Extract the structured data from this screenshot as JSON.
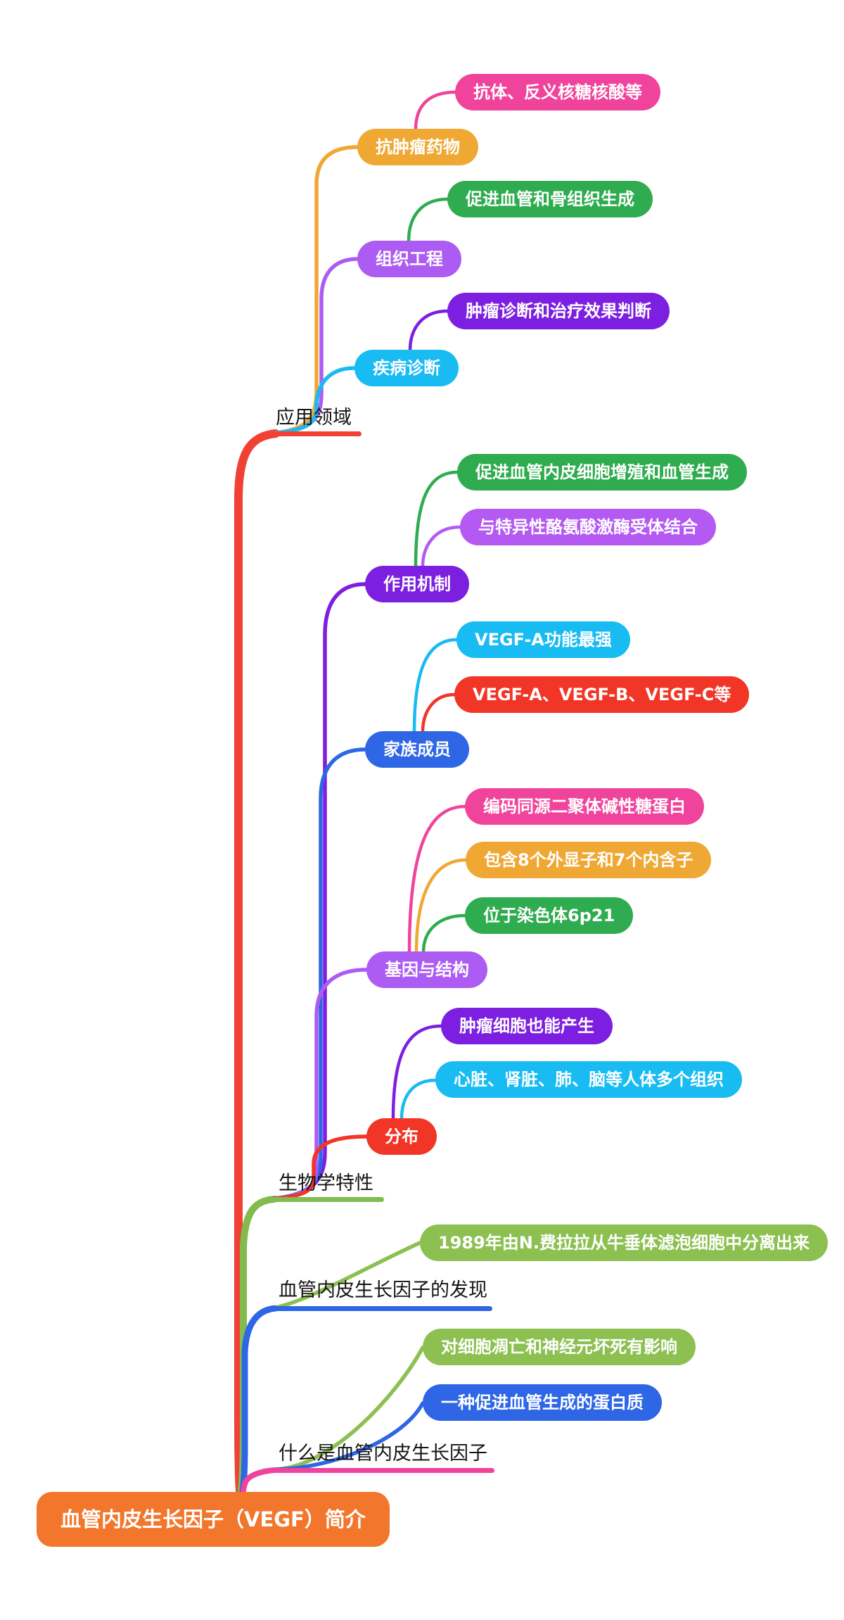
{
  "background": "#ffffff",
  "root": {
    "label": "血管内皮生长因子（VEGF）简介",
    "color": "#F2762B"
  },
  "branches": [
    {
      "label": "应用领域",
      "color": "#F04134",
      "topics": [
        {
          "label": "抗肿瘤药物",
          "color": "#EFA834",
          "details": [
            {
              "label": "抗体、反义核糖核酸等",
              "color": "#F0449C"
            }
          ]
        },
        {
          "label": "组织工程",
          "color": "#AC5CF2",
          "details": [
            {
              "label": "促进血管和骨组织生成",
              "color": "#2FAC4F"
            }
          ]
        },
        {
          "label": "疾病诊断",
          "color": "#18BBF2",
          "details": [
            {
              "label": "肿瘤诊断和治疗效果判断",
              "color": "#7C1FE0"
            }
          ]
        }
      ]
    },
    {
      "label": "生物学特性",
      "color": "#82BC4F",
      "topics": [
        {
          "label": "作用机制",
          "color": "#7C1FE0",
          "details": [
            {
              "label": "促进血管内皮细胞增殖和血管生成",
              "color": "#2FAC4F"
            },
            {
              "label": "与特异性酪氨酸激酶受体结合",
              "color": "#B45AF2"
            }
          ]
        },
        {
          "label": "家族成员",
          "color": "#2E66E5",
          "details": [
            {
              "label": "VEGF-A功能最强",
              "color": "#18BBF2"
            },
            {
              "label": "VEGF-A、VEGF-B、VEGF-C等",
              "color": "#F13527"
            }
          ]
        },
        {
          "label": "基因与结构",
          "color": "#AC5CF2",
          "details": [
            {
              "label": "编码同源二聚体碱性糖蛋白",
              "color": "#F0449C"
            },
            {
              "label": "包含8个外显子和7个内含子",
              "color": "#EFA834"
            },
            {
              "label": "位于染色体6p21",
              "color": "#2FAC4F"
            }
          ]
        },
        {
          "label": "分布",
          "color": "#F13527",
          "details": [
            {
              "label": "肿瘤细胞也能产生",
              "color": "#7C1FE0"
            },
            {
              "label": "心脏、肾脏、肺、脑等人体多个组织",
              "color": "#18BBF2"
            }
          ]
        }
      ]
    },
    {
      "label": "血管内皮生长因子的发现",
      "color": "#2E66E5",
      "topics": [
        {
          "label": "1989年由N.费拉拉从牛垂体滤泡细胞中分离出来",
          "color": "#8CC051",
          "details": []
        }
      ]
    },
    {
      "label": "什么是血管内皮生长因子",
      "color": "#F0449C",
      "topics": [
        {
          "label": "对细胞凋亡和神经元坏死有影响",
          "color": "#8CC051",
          "details": []
        },
        {
          "label": "一种促进血管生成的蛋白质",
          "color": "#2E66E5",
          "details": []
        }
      ]
    }
  ]
}
